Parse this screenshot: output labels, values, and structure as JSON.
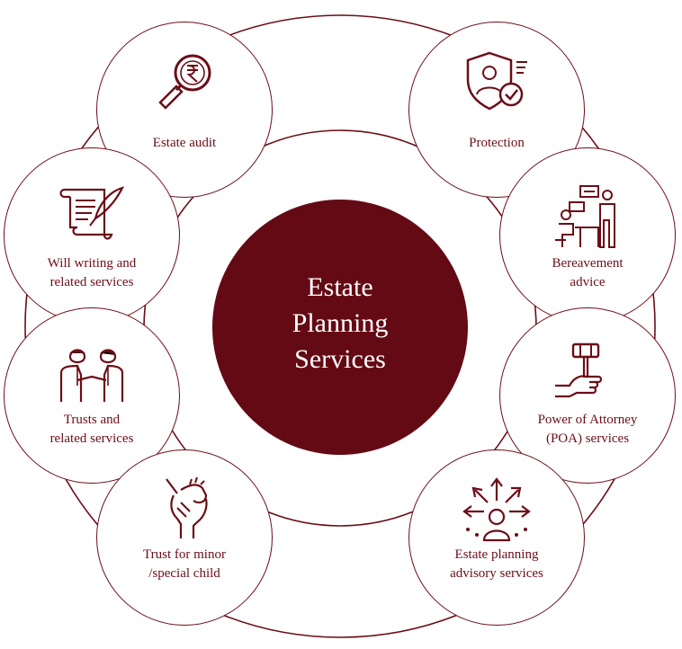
{
  "colors": {
    "accent": "#6b0d17",
    "center_fill": "#640a14",
    "text_on_center": "#ffffff"
  },
  "center": {
    "title": "Estate\nPlanning\nServices"
  },
  "services": [
    {
      "label": "Estate audit",
      "icon": "magnifier-rupee-icon"
    },
    {
      "label": "Protection",
      "icon": "shield-person-check-icon"
    },
    {
      "label": "Will writing and\nrelated services",
      "icon": "scroll-quill-icon"
    },
    {
      "label": "Bereavement\nadvice",
      "icon": "advisor-meeting-icon"
    },
    {
      "label": "Trusts and\nrelated services",
      "icon": "handshake-people-icon"
    },
    {
      "label": "Power of Attorney\n(POA) services",
      "icon": "hand-gavel-icon"
    },
    {
      "label": "Trust for minor\n/special child",
      "icon": "holding-hands-icon"
    },
    {
      "label": "Estate planning\nadvisory services",
      "icon": "person-arrows-icon"
    }
  ]
}
